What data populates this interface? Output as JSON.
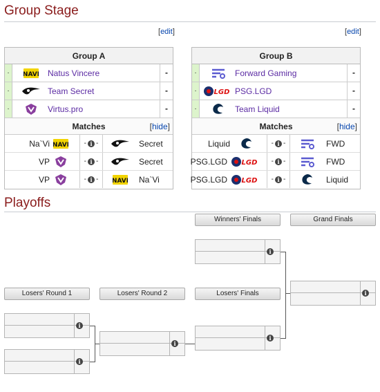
{
  "sections": {
    "group_stage_title": "Group Stage",
    "playoffs_title": "Playoffs"
  },
  "edit": {
    "open": "[",
    "label": "edit",
    "close": "]"
  },
  "groups": [
    {
      "title": "Group A",
      "teams": [
        {
          "mark": ".",
          "name": "Natus Vincere",
          "score": "-",
          "logo": "navi-logo-icon"
        },
        {
          "mark": ".",
          "name": "Team Secret",
          "score": "-",
          "logo": "secret-logo-icon"
        },
        {
          "mark": ".",
          "name": "Virtus.pro",
          "score": "-",
          "logo": "vp-logo-icon"
        }
      ],
      "matches_label": "Matches",
      "hide_label": "hide",
      "matches": [
        {
          "left": "Na`Vi",
          "right": "Secret",
          "score": "-",
          "score2": "-",
          "info": "i"
        },
        {
          "left": "VP",
          "right": "Secret",
          "score": "-",
          "score2": "-",
          "info": "i"
        },
        {
          "left": "VP",
          "right": "Na`Vi",
          "score": "-",
          "score2": "-",
          "info": "i"
        }
      ]
    },
    {
      "title": "Group B",
      "teams": [
        {
          "mark": ".",
          "name": "Forward Gaming",
          "score": "-",
          "logo": "fwd-logo-icon"
        },
        {
          "mark": ".",
          "name": "PSG.LGD",
          "score": "-",
          "logo": "psglgd-logo-icon"
        },
        {
          "mark": ".",
          "name": "Team Liquid",
          "score": "-",
          "logo": "liquid-logo-icon"
        }
      ],
      "matches_label": "Matches",
      "hide_label": "hide",
      "matches": [
        {
          "left": "Liquid",
          "right": "FWD",
          "score": "-",
          "score2": "-",
          "info": "i"
        },
        {
          "left": "PSG.LGD",
          "right": "FWD",
          "score": "-",
          "score2": "-",
          "info": "i"
        },
        {
          "left": "PSG.LGD",
          "right": "Liquid",
          "score": "-",
          "score2": "-",
          "info": "i"
        }
      ]
    }
  ],
  "playoffs": {
    "rounds": {
      "winners_finals": "Winners' Finals",
      "grand_finals": "Grand Finals",
      "losers_round_1": "Losers' Round 1",
      "losers_round_2": "Losers' Round 2",
      "losers_finals": "Losers' Finals"
    },
    "info": "i"
  },
  "colors": {
    "heading": "#8a1c1c",
    "link": "#0645ad",
    "team_name": "#5b2ba3",
    "group_mark": "#ddf4cc"
  }
}
